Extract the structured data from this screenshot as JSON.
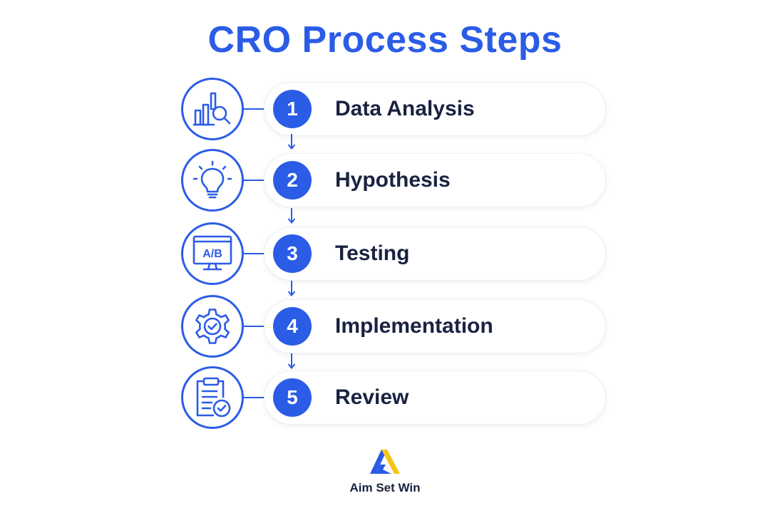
{
  "title": "CRO Process Steps",
  "accent_color": "#2b5ce6",
  "steps": [
    {
      "number": "1",
      "label": "Data Analysis",
      "icon": "bar-chart-magnifier-icon"
    },
    {
      "number": "2",
      "label": "Hypothesis",
      "icon": "lightbulb-icon"
    },
    {
      "number": "3",
      "label": "Testing",
      "icon": "ab-test-monitor-icon"
    },
    {
      "number": "4",
      "label": "Implementation",
      "icon": "gear-check-icon"
    },
    {
      "number": "5",
      "label": "Review",
      "icon": "clipboard-check-icon"
    }
  ],
  "ab_icon_text": "A/B",
  "brand": {
    "name": "Aim Set Win",
    "logo": "aim-set-win-logo"
  }
}
